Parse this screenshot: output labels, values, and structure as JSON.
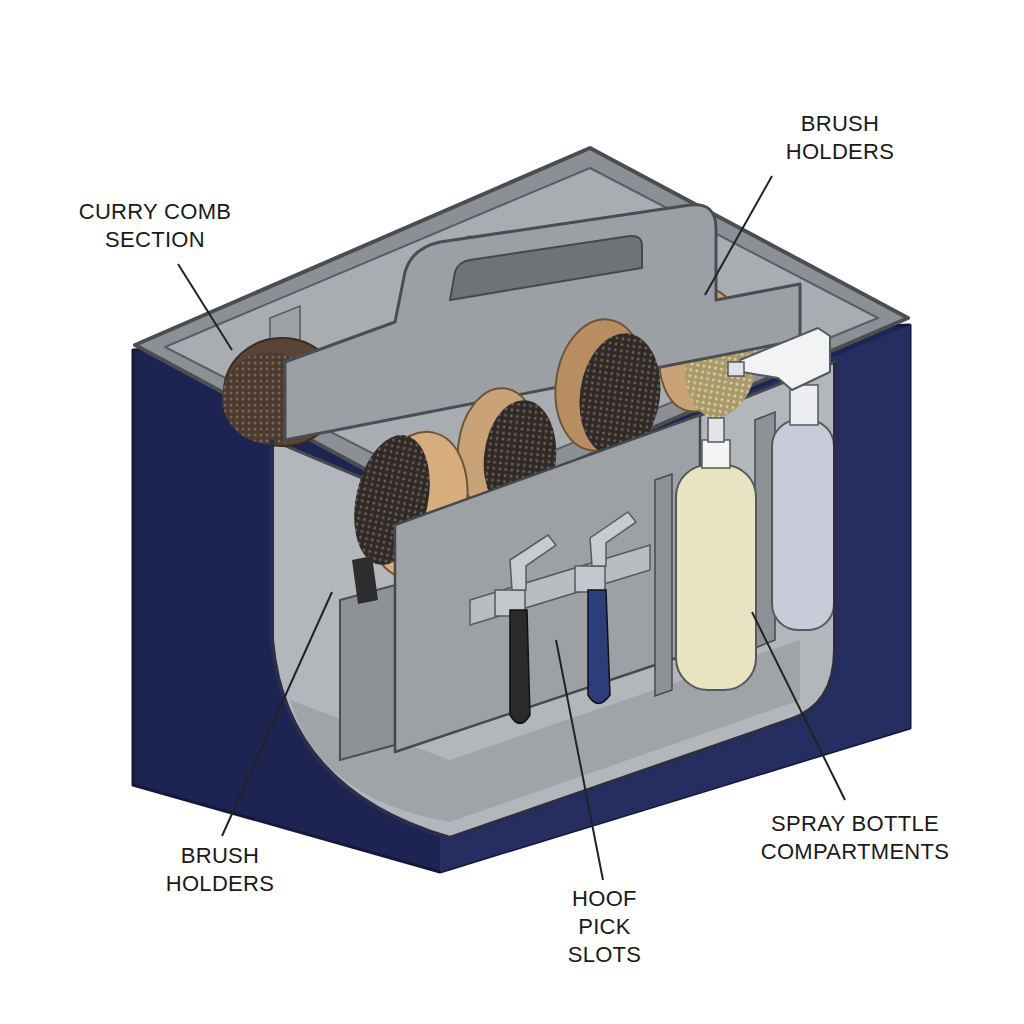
{
  "diagram": {
    "labels": [
      "CURRY COMB SECTION",
      "BRUSH HOLDERS",
      "BRUSH HOLDERS",
      "HOOF PICK SLOTS",
      "SPRAY BOTTLE COMPARTMENTS"
    ]
  }
}
